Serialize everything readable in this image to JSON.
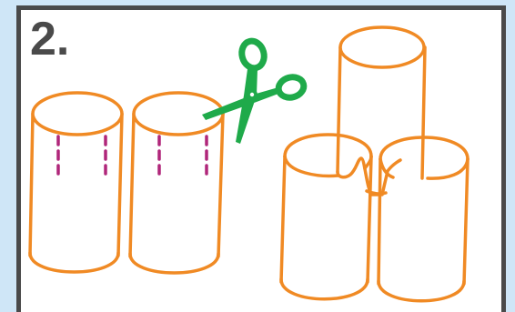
{
  "step": {
    "number_label": "2."
  },
  "colors": {
    "background": "#cfe6f7",
    "frame": "#4a4a4a",
    "tube_outline": "#f08a24",
    "cut_marks": "#b0267a",
    "scissors": "#1faa4a"
  },
  "icons": [
    "toilet-paper-tube",
    "scissors",
    "dashed-cut-line",
    "stacked-tube-tower"
  ]
}
